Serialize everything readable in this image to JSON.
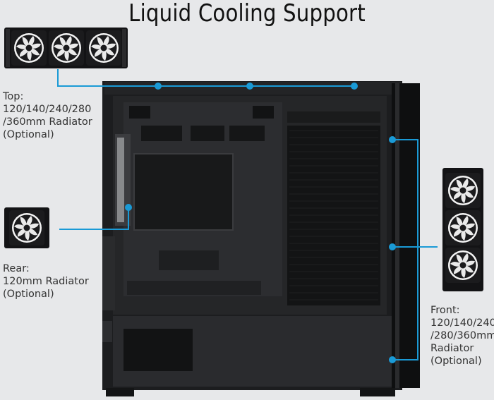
{
  "title": "Liquid Cooling Support",
  "top": {
    "lines": [
      "Top:",
      "120/140/240/280",
      "/360mm Radiator",
      "(Optional)"
    ]
  },
  "rear": {
    "lines": [
      "Rear:",
      "120mm Radiator",
      "(Optional)"
    ]
  },
  "front": {
    "lines": [
      "Front:",
      "120/140/240",
      "/280/360mm",
      "Radiator",
      "(Optional)"
    ]
  },
  "colors": {
    "accent": "#1a9ad6",
    "case": "#1c1d1f",
    "background": "#e7e8ea"
  },
  "icons": {
    "radiator": "radiator-fan-icon"
  }
}
